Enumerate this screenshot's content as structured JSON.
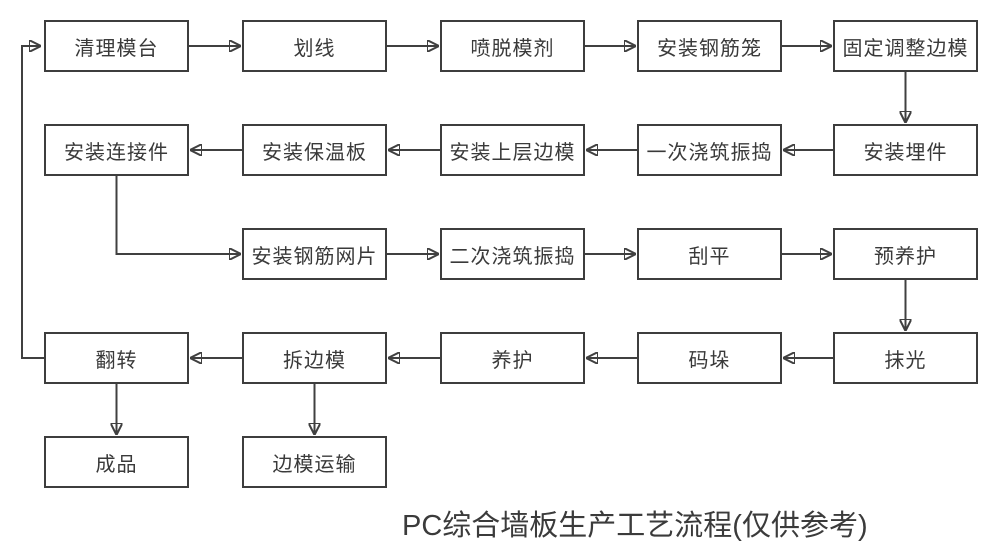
{
  "diagram": {
    "caption": "PC综合墙板生产工艺流程(仅供参考)",
    "colors": {
      "line": "#404040",
      "box_border": "#3d3d3d",
      "text": "#3a3a3a",
      "background": "#ffffff"
    },
    "nodes": {
      "clean_table": {
        "label": "清理模台"
      },
      "marking": {
        "label": "划线"
      },
      "spray_release": {
        "label": "喷脱模剂"
      },
      "rebar_cage": {
        "label": "安装钢筋笼"
      },
      "fix_side_mold": {
        "label": "固定调整边模"
      },
      "embedded_parts": {
        "label": "安装埋件"
      },
      "first_pour": {
        "label": "一次浇筑振捣"
      },
      "upper_side_mold": {
        "label": "安装上层边模"
      },
      "insulation_board": {
        "label": "安装保温板"
      },
      "connectors": {
        "label": "安装连接件"
      },
      "rebar_mesh": {
        "label": "安装钢筋网片"
      },
      "second_pour": {
        "label": "二次浇筑振捣"
      },
      "scrape_level": {
        "label": "刮平"
      },
      "pre_curing": {
        "label": "预养护"
      },
      "trowel_polish": {
        "label": "抹光"
      },
      "stacking": {
        "label": "码垛"
      },
      "curing": {
        "label": "养护"
      },
      "remove_side_mold": {
        "label": "拆边模"
      },
      "flip": {
        "label": "翻转"
      },
      "finished_product": {
        "label": "成品"
      },
      "side_mold_transport": {
        "label": "边模运输"
      }
    },
    "edges": [
      {
        "from": "clean_table",
        "to": "marking"
      },
      {
        "from": "marking",
        "to": "spray_release"
      },
      {
        "from": "spray_release",
        "to": "rebar_cage"
      },
      {
        "from": "rebar_cage",
        "to": "fix_side_mold"
      },
      {
        "from": "fix_side_mold",
        "to": "embedded_parts"
      },
      {
        "from": "embedded_parts",
        "to": "first_pour"
      },
      {
        "from": "first_pour",
        "to": "upper_side_mold"
      },
      {
        "from": "upper_side_mold",
        "to": "insulation_board"
      },
      {
        "from": "insulation_board",
        "to": "connectors"
      },
      {
        "from": "connectors",
        "to": "rebar_mesh"
      },
      {
        "from": "rebar_mesh",
        "to": "second_pour"
      },
      {
        "from": "second_pour",
        "to": "scrape_level"
      },
      {
        "from": "scrape_level",
        "to": "pre_curing"
      },
      {
        "from": "pre_curing",
        "to": "trowel_polish"
      },
      {
        "from": "trowel_polish",
        "to": "stacking"
      },
      {
        "from": "stacking",
        "to": "curing"
      },
      {
        "from": "curing",
        "to": "remove_side_mold"
      },
      {
        "from": "remove_side_mold",
        "to": "flip"
      },
      {
        "from": "flip",
        "to": "clean_table"
      },
      {
        "from": "flip",
        "to": "finished_product"
      },
      {
        "from": "remove_side_mold",
        "to": "side_mold_transport"
      }
    ]
  }
}
